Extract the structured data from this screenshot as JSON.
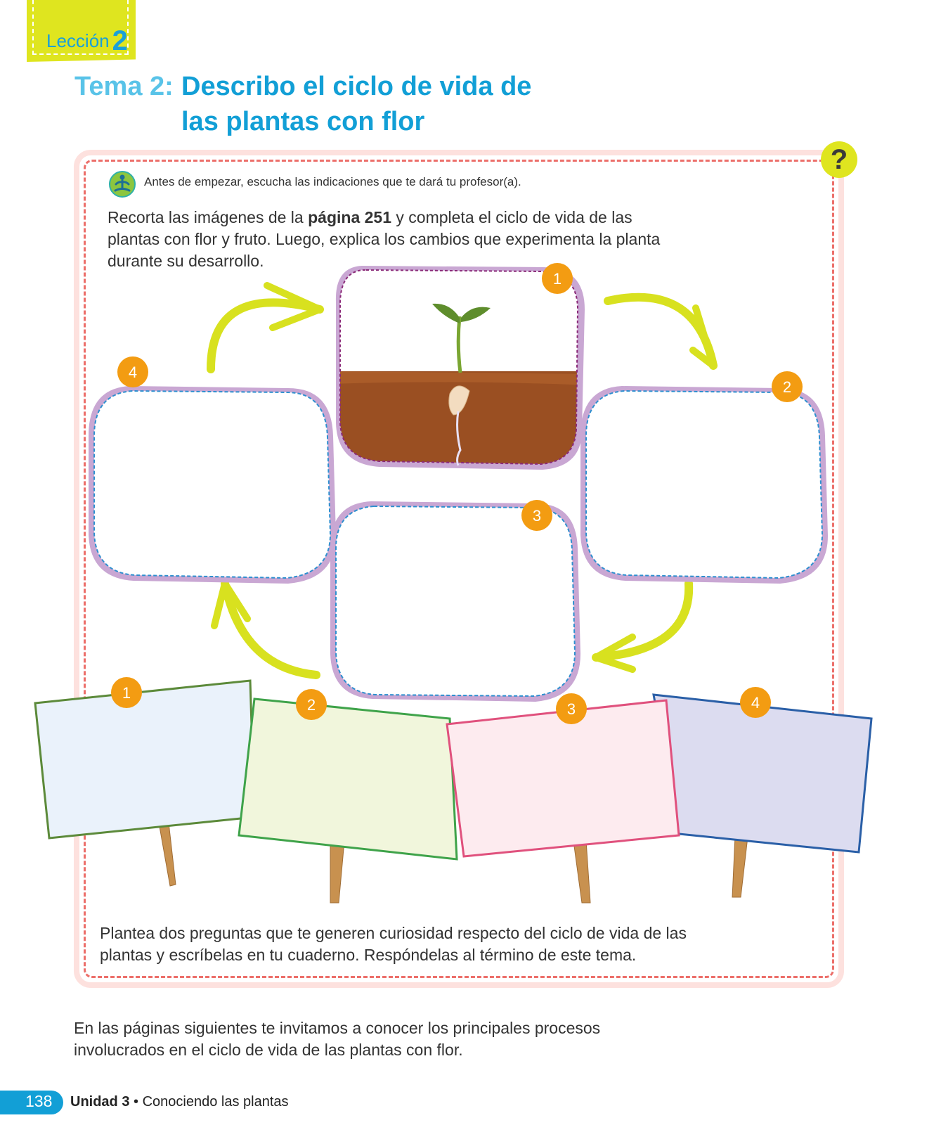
{
  "lesson": {
    "word": "Lección",
    "number": "2"
  },
  "title": {
    "prefix": "Tema 2:",
    "line1": "Describo el ciclo de vida de",
    "line2": "las plantas con flor"
  },
  "help_badge": "?",
  "intro_note": "Antes de empezar, escucha las indicaciones que te dará tu profesor(a).",
  "instruction": {
    "before": "Recorta las imágenes de la ",
    "bold": "página 251",
    "after": " y completa el ciclo de vida de las plantas con flor y fruto. Luego, explica los cambios que experimenta la planta durante su desarrollo."
  },
  "cycle_badges": [
    "1",
    "2",
    "3",
    "4"
  ],
  "sign_badges": [
    "1",
    "2",
    "3",
    "4"
  ],
  "bottom_question": "Plantea dos preguntas que te generen curiosidad respecto del ciclo de vida de las plantas y escríbelas en tu cuaderno. Respóndelas al término de este tema.",
  "closing_text": "En las páginas siguientes te invitamos a conocer los principales procesos involucrados en el ciclo de vida de las plantas con flor.",
  "footer": {
    "page_number": "138",
    "unit": "Unidad 3",
    "separator": " • ",
    "topic": "Conociendo las plantas"
  },
  "colors": {
    "accent_blue": "#129fd6",
    "lime": "#dfe51f",
    "badge_orange": "#f39c12",
    "frame_purple": "#c9a7d3",
    "sign_blue_tint": "#eaf2fb",
    "sign_green_tint": "#f1f6dc",
    "sign_pink_tint": "#fdebef",
    "sign_lavender_tint": "#dcdcf0"
  }
}
